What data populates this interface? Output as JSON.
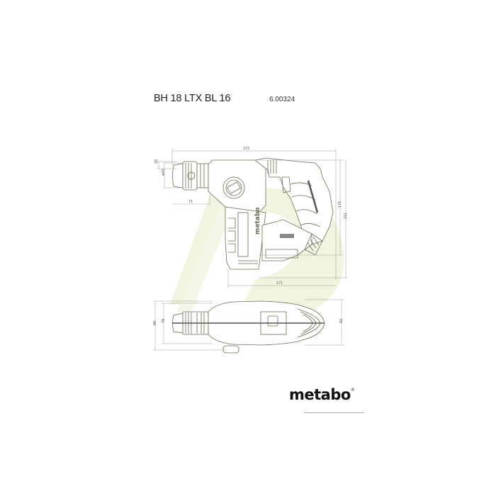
{
  "header": {
    "model": "BH 18 LTX BL 16",
    "article_number": "6.00324"
  },
  "side_view": {
    "dimensions": {
      "overall_length": "272",
      "chuck_offset": "28",
      "chuck_diameter": "ø43",
      "chuck_length": "71",
      "height_body": "171",
      "height_total": "211",
      "base_length": "171"
    },
    "body_text": "metabo"
  },
  "top_view": {
    "dimensions": {
      "width_total": "88",
      "width_chuck": "78",
      "width_rear": "82"
    }
  },
  "footer": {
    "brand": "metabo",
    "registered_mark": "®"
  },
  "colors": {
    "watermark": "#f0f3dc",
    "line": "#6b6b5a",
    "dim_line": "#888888",
    "text": "#222222"
  }
}
